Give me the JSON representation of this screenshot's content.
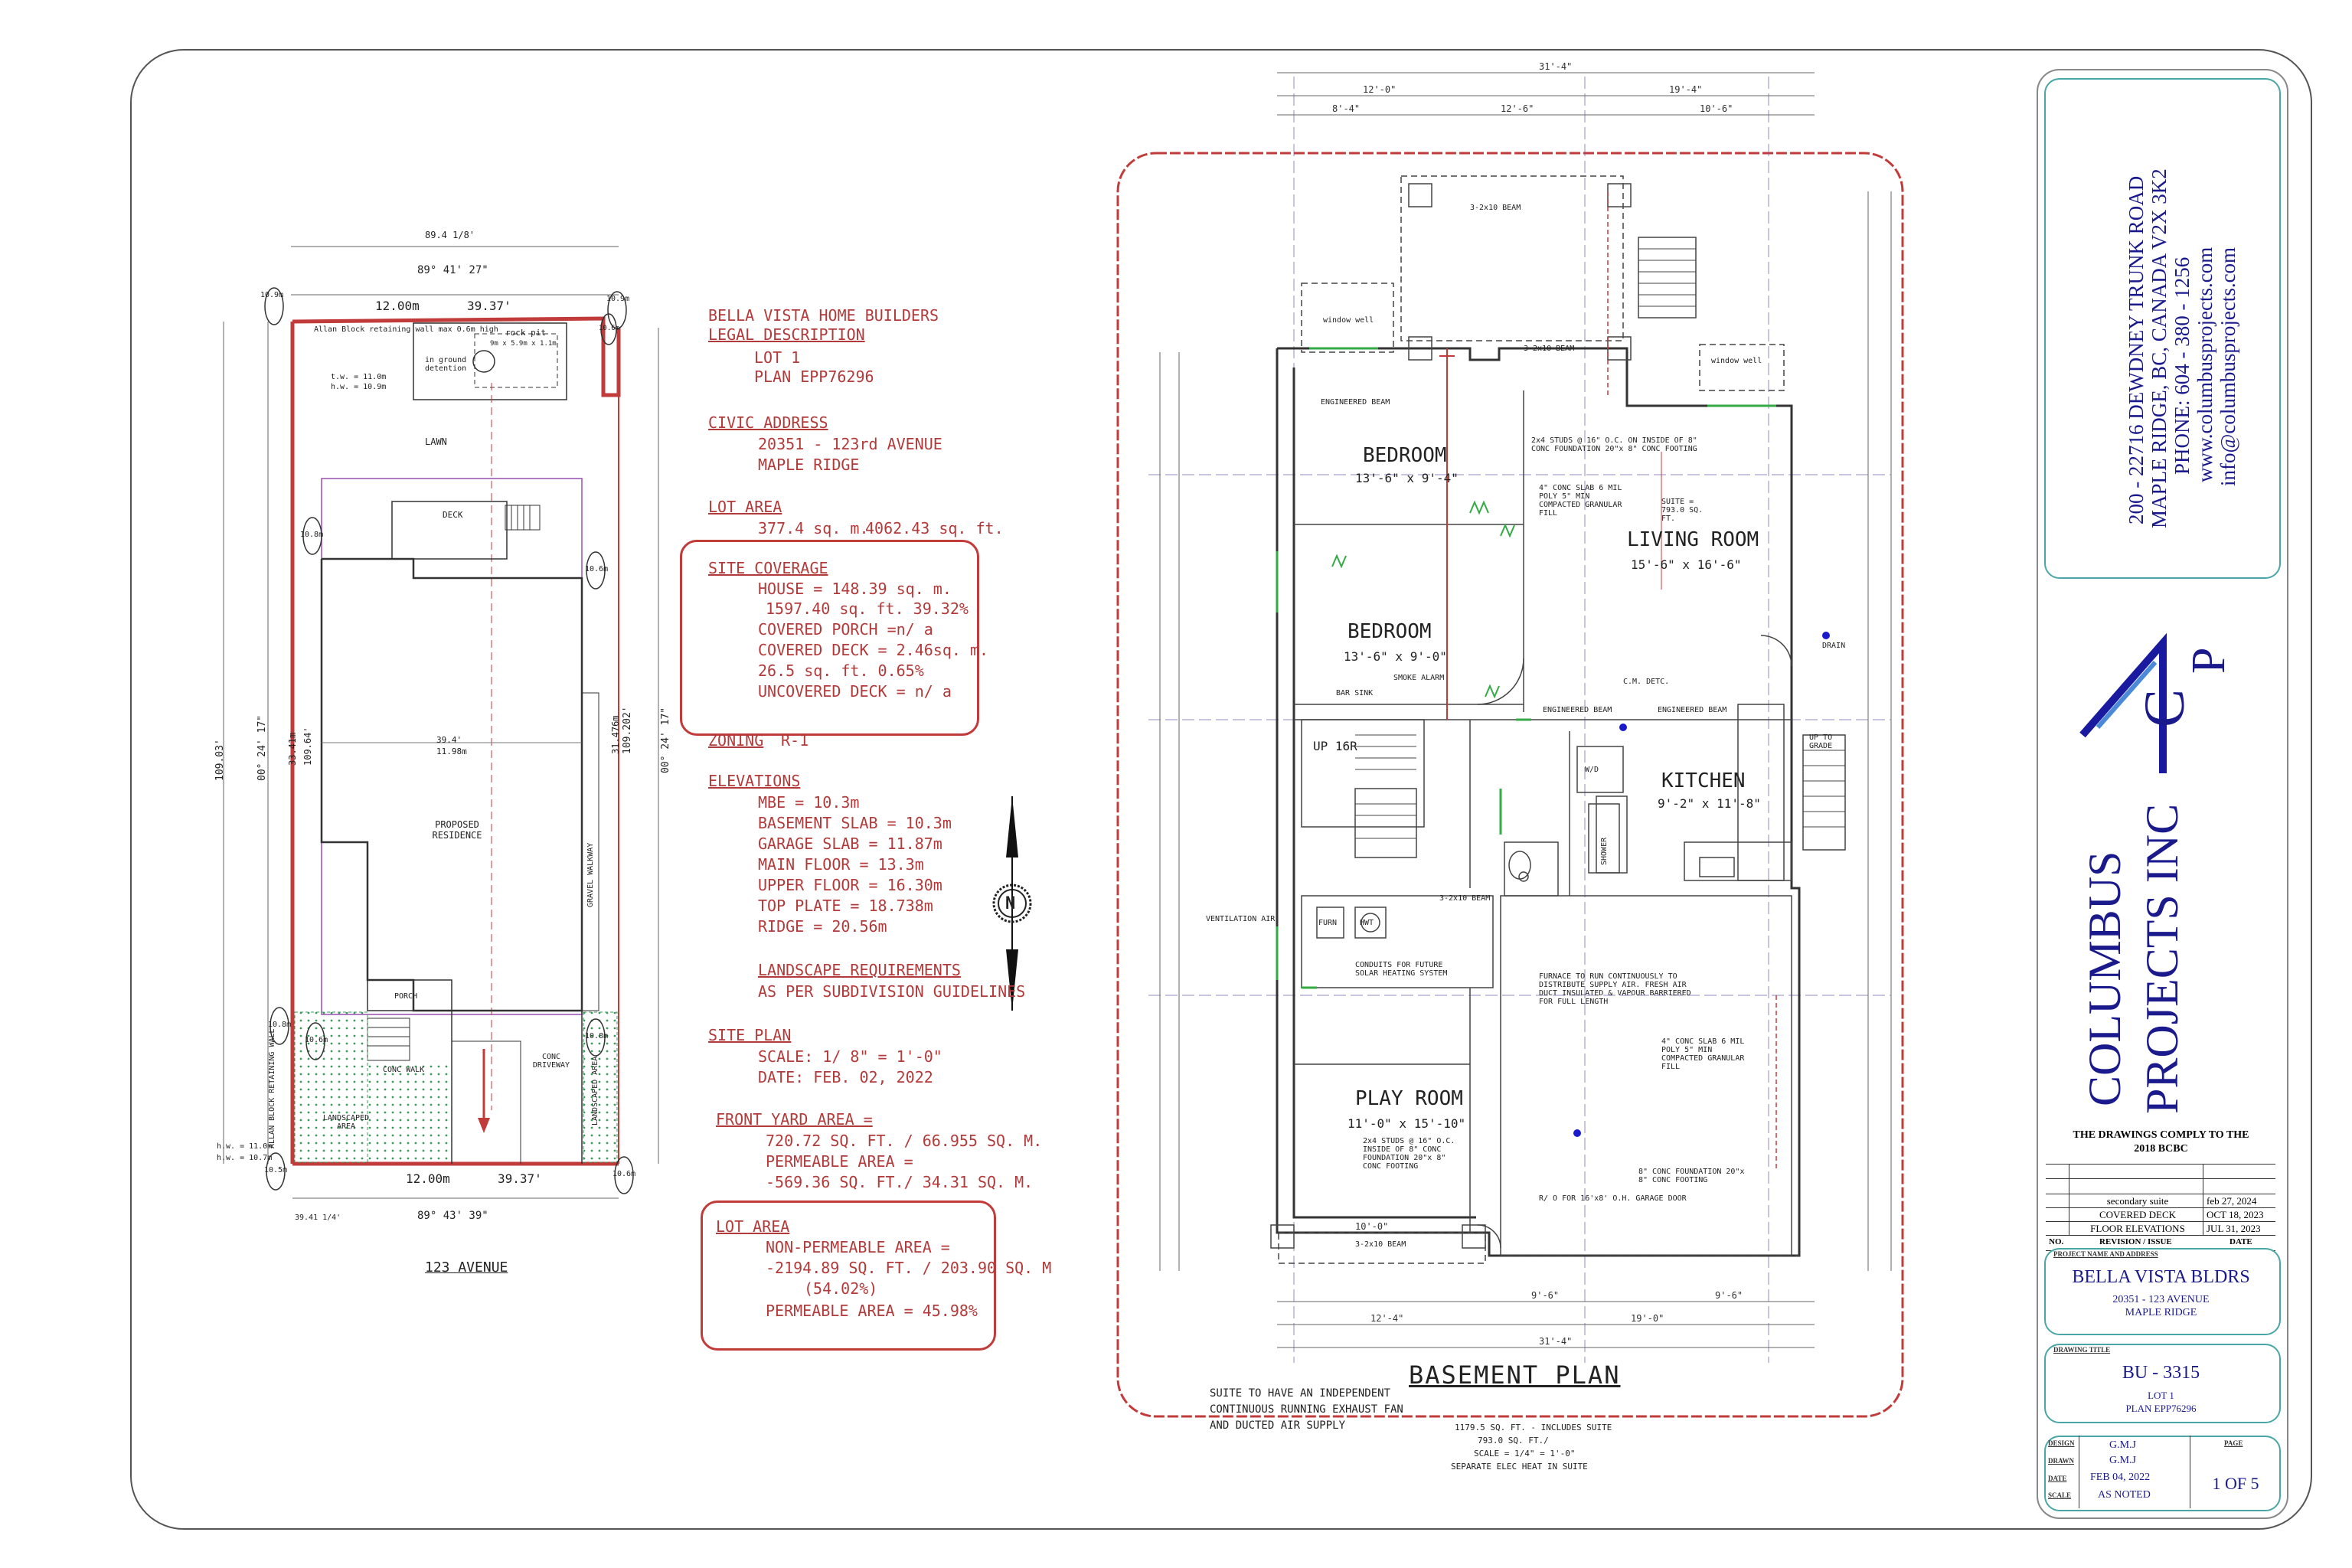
{
  "site_plan": {
    "dims": {
      "top_total": "89.4 1/8'",
      "top_bearing": "89° 41' 27\"",
      "top_dim": "12.00m",
      "top_dim_ft": "39.37'",
      "left_dim": "109.03'",
      "left_bearing": "00° 24' 17\"",
      "right_dim": "109.202'",
      "right_bearing": "00° 24' 17\"",
      "bottom_dim": "12.00m",
      "bottom_dim_ft": "39.37'",
      "bottom_bearing": "89° 43' 39\"",
      "bottom_total": "39.41 1/4'",
      "inner_left": "33.41m",
      "inner_left_ft": "109.64'",
      "inner_right": "31.476m",
      "inner_width": "39.4'",
      "inner_width_m": "11.98m"
    },
    "labels": {
      "rock_pit_note": "Allan Block retaining wall max 0.6m high",
      "rock_pit": "rock pit",
      "rock_pit_size": "9m x 5.9m x 1.1m",
      "detention": "in ground detention",
      "lawn": "LAWN",
      "deck": "DECK",
      "residence": "PROPOSED RESIDENCE",
      "porch": "PORCH",
      "conc_walk": "CONC WALK",
      "conc_driveway": "CONC DRIVEWAY",
      "landscaped": "LANDSCAPED AREA",
      "landscaped_right": "LANDSCAPED AREA",
      "gravel_walkway": "GRAVEL WALKWAY",
      "retaining": "ALLAN BLOCK RETAINING WALL",
      "street": "123 AVENUE",
      "hw1": "h.w. = 11.0m",
      "hw2": "h.w. = 10.7m",
      "tw_top": "t.w. = 11.0m",
      "tw_top2": "h.w. = 10.9m"
    },
    "markers": [
      "10.9m",
      "10.9m",
      "10.8m",
      "10.6m",
      "10.8m",
      "10.6m",
      "10.8m",
      "10.5m",
      "10.6m",
      "10.6m"
    ]
  },
  "notes": {
    "company": "BELLA VISTA HOME BUILDERS",
    "legal_hdr": "LEGAL DESCRIPTION",
    "lot": "LOT 1",
    "plan": "PLAN EPP76296",
    "civic_hdr": "CIVIC ADDRESS",
    "civic1": "20351 - 123rd AVENUE",
    "civic2": "MAPLE RIDGE",
    "lot_area_hdr": "LOT AREA",
    "lot_area": "377.4 sq. m.",
    "lot_area_ft": "4062.43 sq. ft.",
    "coverage_hdr": "SITE COVERAGE",
    "house": "HOUSE = 148.39 sq. m.",
    "house_ft": "1597.40 sq. ft.   39.32%",
    "covered_porch": "COVERED PORCH =n/ a",
    "covered_deck": "COVERED DECK = 2.46sq. m.",
    "covered_deck_ft": "26.5 sq. ft. 0.65%",
    "uncovered": "UNCOVERED DECK = n/ a",
    "zoning_hdr": "ZONING",
    "zoning": "R-1",
    "elev_hdr": "ELEVATIONS",
    "elev": [
      "MBE = 10.3m",
      "BASEMENT SLAB = 10.3m",
      "GARAGE SLAB = 11.87m",
      "MAIN FLOOR = 13.3m",
      "UPPER FLOOR = 16.30m",
      "TOP PLATE = 18.738m",
      "RIDGE = 20.56m"
    ],
    "landscape_hdr": "LANDSCAPE REQUIREMENTS",
    "landscape": "AS PER SUBDIVISION GUIDELINES",
    "siteplan_hdr": "SITE PLAN",
    "scale": "SCALE: 1/ 8\" = 1'-0\"",
    "date": "DATE: FEB. 02, 2022",
    "front_hdr": "FRONT YARD AREA =",
    "front1": "720.72 SQ. FT. / 66.955 SQ. M.",
    "front2": "PERMEABLE AREA =",
    "front3": "-569.36 SQ. FT./ 34.31 SQ. M.",
    "lotarea2_hdr": "LOT AREA",
    "np1": "NON-PERMEABLE AREA =",
    "np2": "-2194.89 SQ. FT. / 203.90 SQ. M",
    "np3": "(54.02%)",
    "perm": "PERMEABLE AREA = 45.98%"
  },
  "compass": "N",
  "plan": {
    "title": "BASEMENT PLAN",
    "rooms": {
      "bedroom1": "BEDROOM",
      "bedroom1_size": "13'-6\" x 9'-4\"",
      "bedroom2": "BEDROOM",
      "bedroom2_size": "13'-6\" x 9'-0\"",
      "living": "LIVING ROOM",
      "living_size": "15'-6\" x 16'-6\"",
      "kitchen": "KITCHEN",
      "kitchen_size": "9'-2\" x 11'-8\"",
      "play": "PLAY ROOM",
      "play_size": "11'-0\" x 15'-10\""
    },
    "dims_top": [
      "31'-4\"",
      "12'-0\"",
      "19'-4\"",
      "8'-4\"",
      "12'-6\"",
      "10'-6\""
    ],
    "dims_bottom": [
      "12'-4\"",
      "19'-0\"",
      "31'-4\"",
      "9'-6\"",
      "9'-6\"",
      "10'-0\""
    ],
    "notes": {
      "engineered_beam1": "ENGINEERED BEAM",
      "engineered_beam2": "ENGINEERED BEAM",
      "engineered_beam3": "ENGINEERED BEAM",
      "beam_top": "3-2x10 BEAM",
      "beam_mid": "3-2x10 BEAM",
      "beam_play": "3-2x10 BEAM",
      "beam_bottom": "3-2x10 BEAM",
      "smoke": "SMOKE ALARM",
      "up": "UP 16R",
      "up2": "UP TO GRADE",
      "furn": "FURN",
      "hwt": "HWT",
      "wd": "W/D",
      "shower": "SHOWER",
      "drain": "DRAIN",
      "studs1": "2x4 STUDS @ 16\" O.C. ON INSIDE OF 8\" CONC FOUNDATION 20\"x 8\" CONC FOOTING",
      "slab1": "4\" CONC SLAB 6 MIL POLY 5\" MIN COMPACTED GRANULAR FILL",
      "suite": "SUITE = 793.0 SQ. FT.",
      "furnace": "FURNACE TO RUN CONTINUOUSLY TO DISTRIBUTE SUPPLY AIR. FRESH AIR DUCT INSULATED & VAPOUR BARRIERED FOR FULL LENGTH",
      "slab2": "4\" CONC SLAB 6 MIL POLY 5\" MIN COMPACTED GRANULAR FILL",
      "foundation2": "8\" CONC FOUNDATION 20\"x 8\" CONC FOOTING",
      "garage_floor": "R/ O FOR 16'x8' O.H. GARAGE DOOR",
      "play_studs": "2x4 STUDS @ 16\" O.C. INSIDE OF 8\" CONC FOUNDATION 20\"x 8\" CONC FOOTING",
      "ventilation": "VENTILATION AIR",
      "conduits": "CONDUITS FOR FUTURE SOLAR HEATING SYSTEM",
      "sink": "BAR SINK",
      "co": "C.M. DETC.",
      "suite_note1": "SUITE TO HAVE AN INDEPENDENT",
      "suite_note2": "CONTINUOUS RUNNING EXHAUST FAN",
      "suite_note3": "AND DUCTED AIR SUPPLY",
      "area1": "1179.5 SQ. FT. - INCLUDES SUITE",
      "area2": "793.0 SQ. FT./",
      "area3": "SCALE = 1/4\" = 1'-0\"",
      "area4": "SEPARATE ELEC HEAT IN SUITE",
      "window": "window well",
      "window2": "window well"
    }
  },
  "titleblock": {
    "address1": "200 - 22716 DEWDNEY TRUNK ROAD",
    "address2": "MAPLE RIDGE, BC, CANADA  V2X 3K2",
    "phone": "PHONE:  604 - 380 - 1256",
    "web": "www.columbusprojects.com",
    "email": "info@columbusprojects.com",
    "logo_c": "C",
    "logo_p": "P",
    "company1": "COLUMBUS",
    "company2": "PROJECTS INC",
    "comply1": "THE DRAWINGS COMPLY TO THE",
    "comply2": "2018 BCBC",
    "revisions": [
      {
        "no": "",
        "rev": "secondary suite",
        "date": "feb 27, 2024"
      },
      {
        "no": "",
        "rev": "COVERED DECK",
        "date": "OCT 18, 2023"
      },
      {
        "no": "",
        "rev": "FLOOR ELEVATIONS",
        "date": "JUL 31, 2023"
      }
    ],
    "rev_no_hdr": "NO.",
    "rev_hdr": "REVISION / ISSUE",
    "date_hdr": "DATE",
    "project_hdr": "PROJECT NAME AND ADDRESS",
    "project_name": "BELLA VISTA BLDRS",
    "project_addr1": "20351 - 123 AVENUE",
    "project_addr2": "MAPLE RIDGE",
    "drawing_hdr": "DRAWING TITLE",
    "drawing_no": "BU - 3315",
    "drawing_lot": "LOT 1",
    "drawing_plan": "PLAN EPP76296",
    "design_lbl": "DESIGN",
    "design": "G.M.J",
    "drawn_lbl": "DRAWN",
    "drawn": "G.M.J",
    "date_lbl": "DATE",
    "date": "FEB 04, 2022",
    "scale_lbl": "SCALE",
    "scale": "AS NOTED",
    "page_lbl": "PAGE",
    "page": "1 OF 5"
  }
}
